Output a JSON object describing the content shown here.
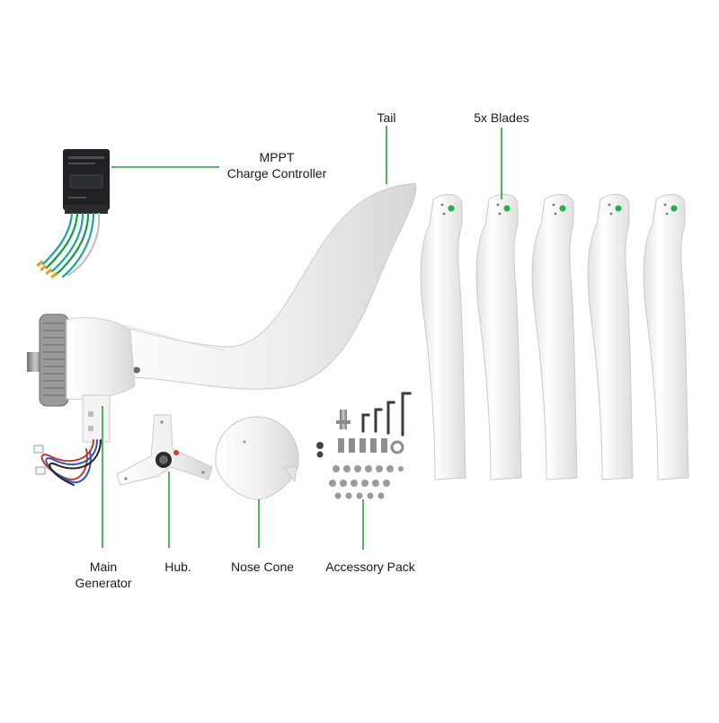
{
  "colors": {
    "leader_line": "#2e9e3e",
    "part_white": "#f1f1f1",
    "part_shadow": "#d4d4d4",
    "controller_body": "#1f2125",
    "metal": "#8c8c8c",
    "accent_green": "#1fb24a",
    "accent_red": "#d63a2a"
  },
  "labels": {
    "tail": "Tail",
    "blades": "5x Blades",
    "controller_line1": "MPPT",
    "controller_line2": "Charge Controller",
    "generator_line1": "Main",
    "generator_line2": "Generator",
    "hub": "Hub.",
    "nose_cone": "Nose Cone",
    "accessory_pack": "Accessory Pack"
  },
  "blade_count": 5
}
